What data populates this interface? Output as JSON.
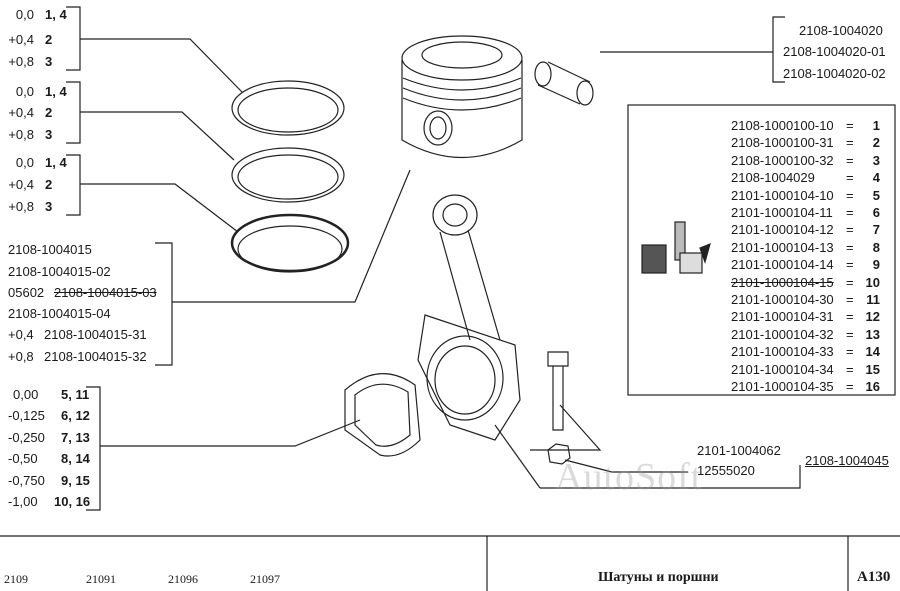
{
  "ring_groups": [
    {
      "rows": [
        {
          "size": "0,0",
          "ref": "1, 4"
        },
        {
          "size": "+0,4",
          "ref": "2"
        },
        {
          "size": "+0,8",
          "ref": "3"
        }
      ]
    },
    {
      "rows": [
        {
          "size": "0,0",
          "ref": "1, 4"
        },
        {
          "size": "+0,4",
          "ref": "2"
        },
        {
          "size": "+0,8",
          "ref": "3"
        }
      ]
    },
    {
      "rows": [
        {
          "size": "0,0",
          "ref": "1, 4"
        },
        {
          "size": "+0,4",
          "ref": "2"
        },
        {
          "size": "+0,8",
          "ref": "3"
        }
      ]
    }
  ],
  "ring_set_parts": [
    {
      "prefix": "",
      "part": "2108-1004015",
      "struck": false
    },
    {
      "prefix": "",
      "part": "2108-1004015-02",
      "struck": false
    },
    {
      "prefix": "05602",
      "part": "2108-1004015-03",
      "struck": true
    },
    {
      "prefix": "",
      "part": "2108-1004015-04",
      "struck": false
    },
    {
      "prefix": "+0,4",
      "part": "2108-1004015-31",
      "struck": false
    },
    {
      "prefix": "+0,8",
      "part": "2108-1004015-32",
      "struck": false
    }
  ],
  "bearing_sizes": [
    {
      "size": "0,00",
      "ref": "5, 11"
    },
    {
      "size": "-0,125",
      "ref": "6, 12"
    },
    {
      "size": "-0,250",
      "ref": "7, 13"
    },
    {
      "size": "-0,50",
      "ref": "8, 14"
    },
    {
      "size": "-0,750",
      "ref": "9, 15"
    },
    {
      "size": "-1,00",
      "ref": "10, 16"
    }
  ],
  "pin_parts": [
    "2108-1004020",
    "2108-1004020-01",
    "2108-1004020-02"
  ],
  "kit_table": [
    {
      "part": "2108-1000100-10",
      "num": "1",
      "struck": false
    },
    {
      "part": "2108-1000100-31",
      "num": "2",
      "struck": false
    },
    {
      "part": "2108-1000100-32",
      "num": "3",
      "struck": false
    },
    {
      "part": "2108-1004029",
      "num": "4",
      "struck": false
    },
    {
      "part": "2101-1000104-10",
      "num": "5",
      "struck": false
    },
    {
      "part": "2101-1000104-11",
      "num": "6",
      "struck": false
    },
    {
      "part": "2101-1000104-12",
      "num": "7",
      "struck": false
    },
    {
      "part": "2101-1000104-13",
      "num": "8",
      "struck": false
    },
    {
      "part": "2101-1000104-14",
      "num": "9",
      "struck": false
    },
    {
      "part": "2101-1000104-15",
      "num": "10",
      "struck": true
    },
    {
      "part": "2101-1000104-30",
      "num": "11",
      "struck": false
    },
    {
      "part": "2101-1000104-31",
      "num": "12",
      "struck": false
    },
    {
      "part": "2101-1000104-32",
      "num": "13",
      "struck": false
    },
    {
      "part": "2101-1000104-33",
      "num": "14",
      "struck": false
    },
    {
      "part": "2101-1000104-34",
      "num": "15",
      "struck": false
    },
    {
      "part": "2101-1000104-35",
      "num": "16",
      "struck": false
    }
  ],
  "eq": "=",
  "bolt_part": "2101-1004062",
  "nut_part": "12555020",
  "rod_part": "2108-1004045",
  "watermark": "AutoSoft",
  "footer": {
    "models": [
      "2109",
      "21091",
      "21096",
      "21097"
    ],
    "title": "Шатуны и поршни",
    "code": "A130"
  }
}
